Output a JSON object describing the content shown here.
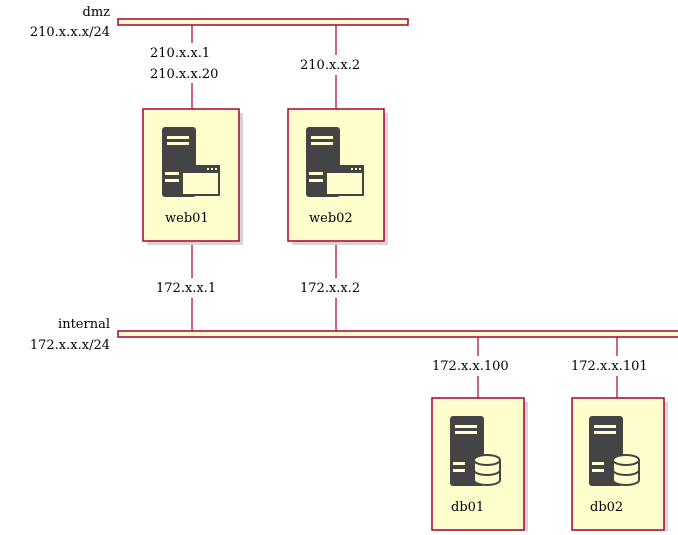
{
  "networks": [
    {
      "id": "dmz",
      "name": "dmz",
      "cidr": "210.x.x.x/24"
    },
    {
      "id": "internal",
      "name": "internal",
      "cidr": "172.x.x.x/24"
    }
  ],
  "nodes": [
    {
      "id": "web01",
      "label": "web01",
      "type": "web-server-icon",
      "addresses": {
        "dmz": [
          "210.x.x.1",
          "210.x.x.20"
        ],
        "internal": [
          "172.x.x.1"
        ]
      }
    },
    {
      "id": "web02",
      "label": "web02",
      "type": "web-server-icon",
      "addresses": {
        "dmz": [
          "210.x.x.2"
        ],
        "internal": [
          "172.x.x.2"
        ]
      }
    },
    {
      "id": "db01",
      "label": "db01",
      "type": "database-server-icon",
      "addresses": {
        "internal": [
          "172.x.x.100"
        ]
      }
    },
    {
      "id": "db02",
      "label": "db02",
      "type": "database-server-icon",
      "addresses": {
        "internal": [
          "172.x.x.101"
        ]
      }
    }
  ],
  "colors": {
    "line": "#a80036",
    "fill": "#fefecd",
    "icon": "#444444"
  }
}
